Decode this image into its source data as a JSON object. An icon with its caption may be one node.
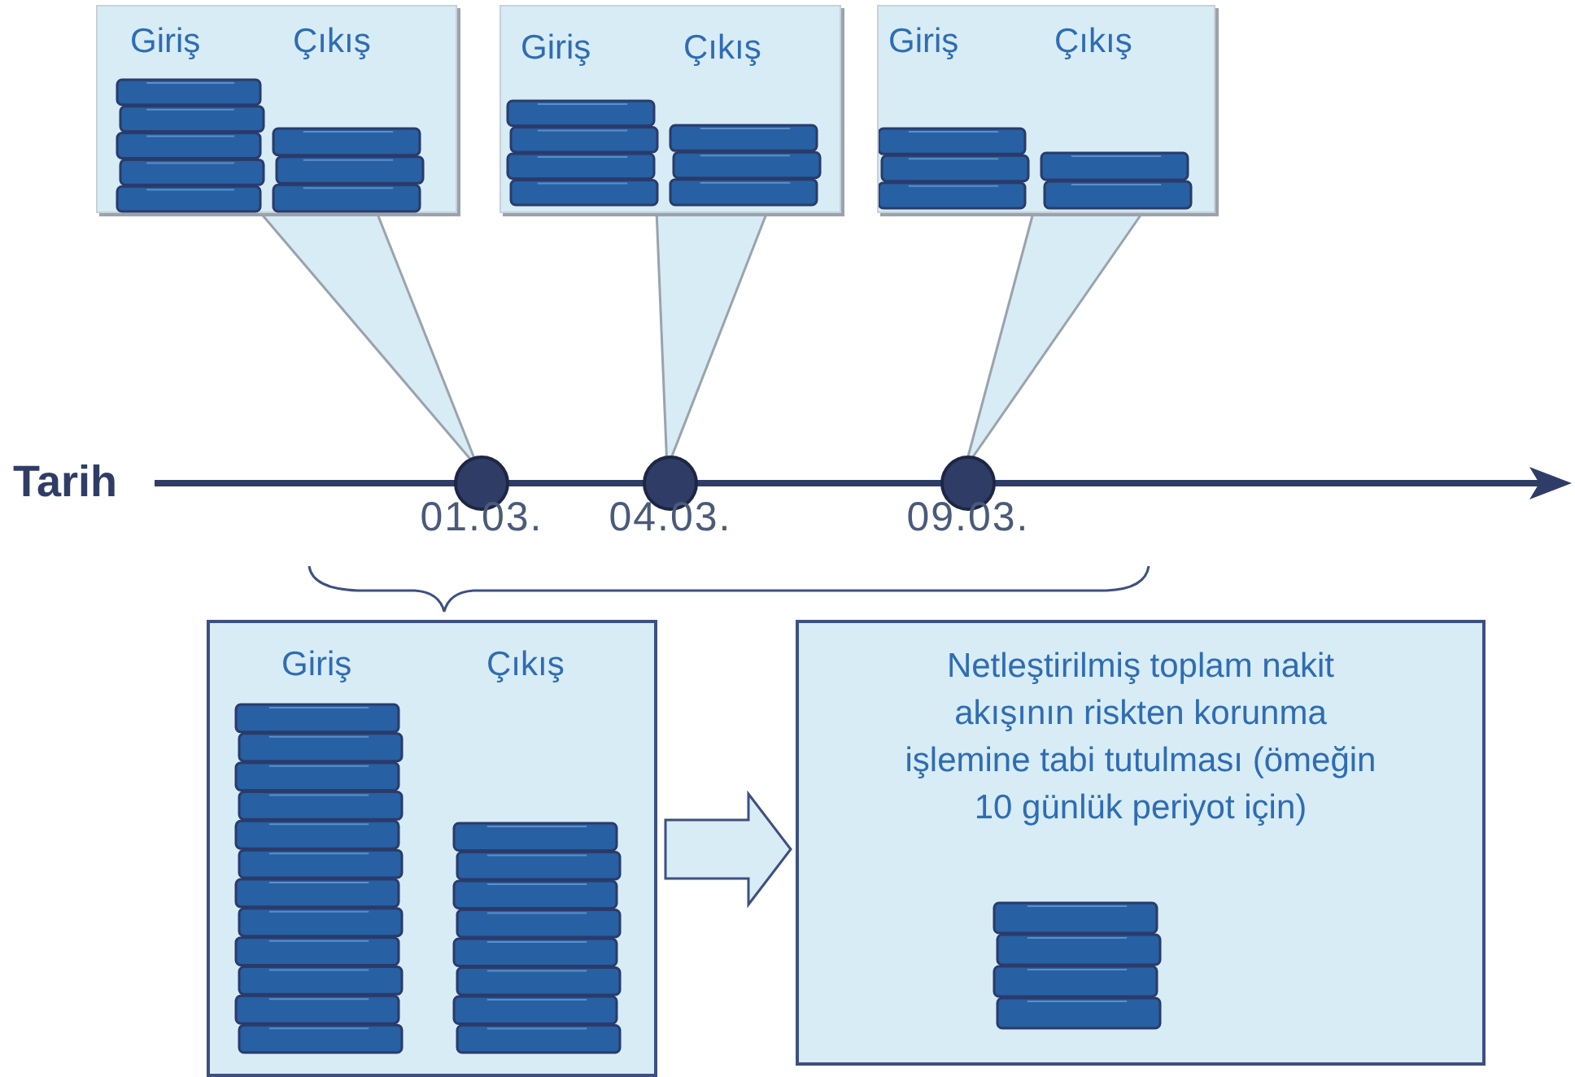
{
  "diagram": {
    "nodes": [
      {
        "text": [
          "Giriş",
          "Çıkış"
        ]
      },
      {
        "text": [
          "Giriş",
          "Çıkış"
        ]
      },
      {
        "text": [
          "Giriş",
          "Çıkış"
        ]
      },
      {
        "text": [],
        "shape": "circle",
        "beside": [
          "01.03."
        ]
      },
      {
        "text": [],
        "shape": "circle",
        "beside": [
          "04.03."
        ]
      },
      {
        "text": [],
        "shape": "circle",
        "beside": [
          "09.03."
        ]
      },
      {
        "text": [
          "Giriş",
          "Çıkış"
        ]
      },
      {
        "text": [
          "Netleştirilmiş toplam nakit akışının riskten korunma işlemine tabi tutulması (ömeğin 10 günlük periyot için)"
        ]
      }
    ],
    "edges": [
      {
        "from": 0,
        "to": 3,
        "arrow": "none"
      },
      {
        "from": 1,
        "to": 4,
        "arrow": "none"
      },
      {
        "from": 2,
        "to": 5,
        "arrow": "none"
      },
      {
        "from": 6,
        "to": 7,
        "arrow": "to"
      }
    ],
    "labels": [
      "Tarih"
    ]
  }
}
